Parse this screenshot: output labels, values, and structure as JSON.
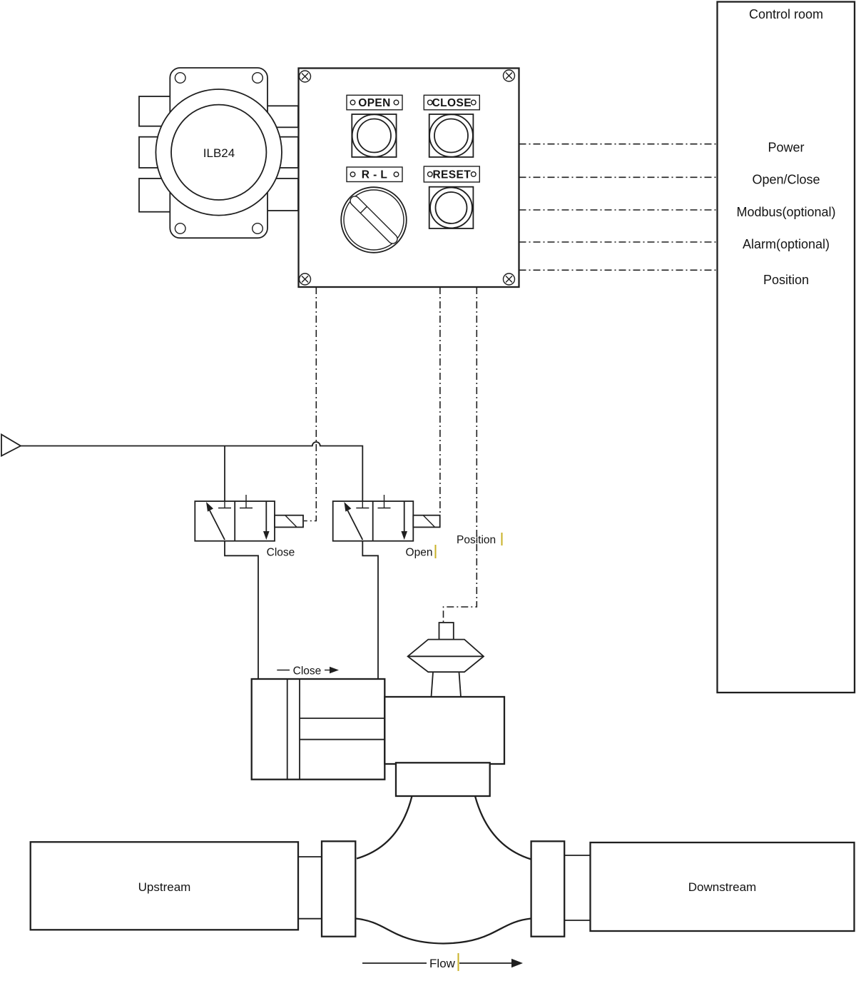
{
  "colors": {
    "line": "#1f1f1f",
    "background": "#ffffff",
    "caret_mark": "#c9b227"
  },
  "control_room": {
    "title": "Control room",
    "signals": [
      {
        "label": "Power"
      },
      {
        "label": "Open/Close"
      },
      {
        "label": "Modbus(optional)"
      },
      {
        "label": "Alarm(optional)"
      },
      {
        "label": "Position"
      }
    ]
  },
  "device": {
    "label": "ILB24"
  },
  "panel": {
    "plates": {
      "open": "OPEN",
      "close": "CLOSE",
      "rl": "R - L",
      "reset": "RESET"
    }
  },
  "valves": {
    "close_label": "Close",
    "open_label": "Open",
    "position_label": "Position"
  },
  "actuator": {
    "direction_label": "Close"
  },
  "pipeline": {
    "upstream": "Upstream",
    "downstream": "Downstream",
    "flow": "Flow"
  }
}
